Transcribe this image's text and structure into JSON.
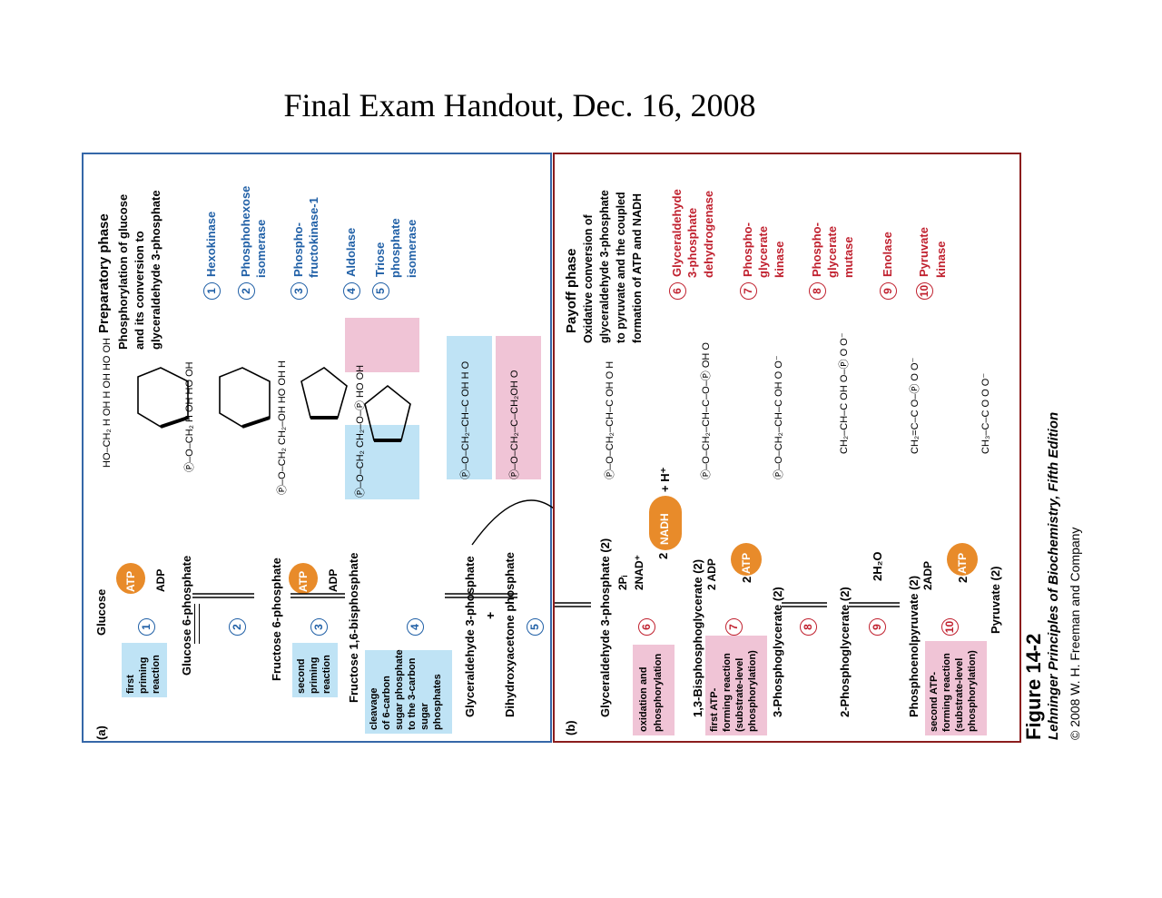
{
  "page_title": "Final Exam Handout, Dec. 16, 2008",
  "panel_a": {
    "label": "(a)",
    "phase_title": "Preparatory phase",
    "phase_desc": [
      "Phosphorylation of glucose",
      "and its conversion to",
      "glyceraldehyde 3-phosphate"
    ],
    "enzymes": [
      {
        "num": "1",
        "name": [
          "Hexokinase"
        ]
      },
      {
        "num": "2",
        "name": [
          "Phosphohexose",
          "isomerase"
        ]
      },
      {
        "num": "3",
        "name": [
          "Phospho-",
          "fructokinase-1"
        ]
      },
      {
        "num": "4",
        "name": [
          "Aldolase"
        ]
      },
      {
        "num": "5",
        "name": [
          "Triose",
          "phosphate",
          "isomerase"
        ]
      }
    ],
    "pathway": {
      "glucose": "Glucose",
      "atp": "ATP",
      "adp": "ADP",
      "g6p": "Glucose 6-phosphate",
      "f6p": "Fructose 6-phosphate",
      "fbp": "Fructose 1,6-bisphosphate",
      "gap": "Glyceraldehyde 3-phosphate",
      "plus": "+",
      "dhap": "Dihydroxyacetone phosphate"
    },
    "notes": {
      "first_priming": [
        "first",
        "priming",
        "reaction"
      ],
      "second_priming": [
        "second",
        "priming",
        "reaction"
      ],
      "cleavage": [
        "cleavage",
        "of 6-carbon",
        "sugar phosphate",
        "to the 3-carbon",
        "sugar",
        "phosphates"
      ]
    },
    "structures": {
      "glucose": "HO–CH₂  H  OH  H  OH  HO  OH",
      "g6p": "Ⓟ–O–CH₂  H  OH  HO  OH",
      "f6p": "Ⓟ–O–CH₂  CH₂–OH  HO  OH  H",
      "fbp": "Ⓟ–O–CH₂  CH₂–O–Ⓟ  HO  OH",
      "gap": "Ⓟ–O–CH₂–CH–C  OH  H  O",
      "dhap": "Ⓟ–O–CH₂–C–CH₂OH  O"
    }
  },
  "panel_b": {
    "label": "(b)",
    "phase_title": "Payoff phase",
    "phase_desc": [
      "Oxidative conversion of",
      "glyceraldehyde 3-phosphate",
      "to pyruvate and the coupled",
      "formation of ATP and NADH"
    ],
    "enzymes": [
      {
        "num": "6",
        "name": [
          "Glyceraldehyde",
          "3-phosphate",
          "dehydrogenase"
        ]
      },
      {
        "num": "7",
        "name": [
          "Phospho-",
          "glycerate",
          "kinase"
        ]
      },
      {
        "num": "8",
        "name": [
          "Phospho-",
          "glycerate",
          "mutase"
        ]
      },
      {
        "num": "9",
        "name": [
          "Enolase"
        ]
      },
      {
        "num": "10",
        "name": [
          "Pyruvate",
          "kinase"
        ]
      }
    ],
    "pathway": {
      "gap2": "Glyceraldehyde 3-phosphate (2)",
      "pi": "2Pᵢ",
      "nad": "2NAD⁺",
      "nadh": "NADH",
      "nadh_pre": "2",
      "nadh_post": "+ H⁺",
      "bpg": "1,3-Bisphosphoglycerate (2)",
      "adp2": "2 ADP",
      "atp2": "ATP",
      "atp2_pre": "2",
      "pg3": "3-Phosphoglycerate (2)",
      "pg2": "2-Phosphoglycerate (2)",
      "h2o": "2H₂O",
      "pep": "Phosphoenolpyruvate (2)",
      "adp3": "2ADP",
      "atp3": "ATP",
      "atp3_pre": "2",
      "pyr": "Pyruvate (2)"
    },
    "notes": {
      "oxidation": [
        "oxidation and",
        "phosphorylation"
      ],
      "first_atp": [
        "first ATP-",
        "forming reaction",
        "(substrate-level",
        "phosphorylation)"
      ],
      "second_atp": [
        "second ATP-",
        "forming reaction",
        "(substrate-level",
        "phosphorylation)"
      ]
    },
    "structures": {
      "gap": "Ⓟ–O–CH₂–CH–C  OH  O  H",
      "bpg": "Ⓟ–O–CH₂–CH–C–O–Ⓟ  OH  O",
      "pg3": "Ⓟ–O–CH₂–CH–C  OH  O  O⁻",
      "pg2": "CH₂–CH–C  OH  O–Ⓟ  O  O⁻",
      "pep": "CH₂=C–C  O–Ⓟ  O  O⁻",
      "pyr": "CH₃–C–C  O  O  O⁻"
    }
  },
  "figure": {
    "title": "Figure 14-2",
    "subtitle": "Lehninger Principles of Biochemistry, Fifth Edition",
    "copyright": "© 2008 W. H. Freeman and Company"
  },
  "colors": {
    "blue_border": "#3567a8",
    "red_border": "#8b1d1d",
    "enzyme_blue": "#1f5fa6",
    "enzyme_red": "#c0202e",
    "blue_box": "#bfe3f5",
    "pink_box": "#f0c4d6",
    "orange": "#e88b2a"
  }
}
